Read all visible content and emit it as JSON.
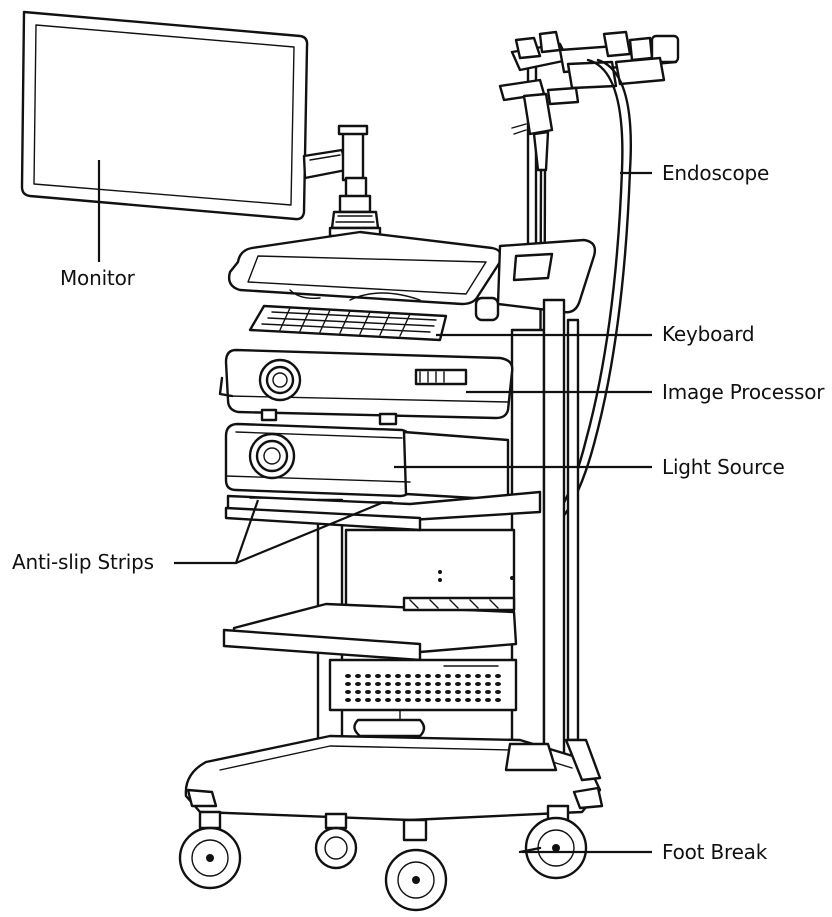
{
  "labels": {
    "monitor": "Monitor",
    "endoscope": "Endoscope",
    "keyboard": "Keyboard",
    "image_processor": "Image Processor",
    "light_source": "Light Source",
    "anti_slip_strips": "Anti-slip Strips",
    "foot_break": "Foot Break"
  },
  "colors": {
    "line": "#111111",
    "background": "#ffffff"
  }
}
